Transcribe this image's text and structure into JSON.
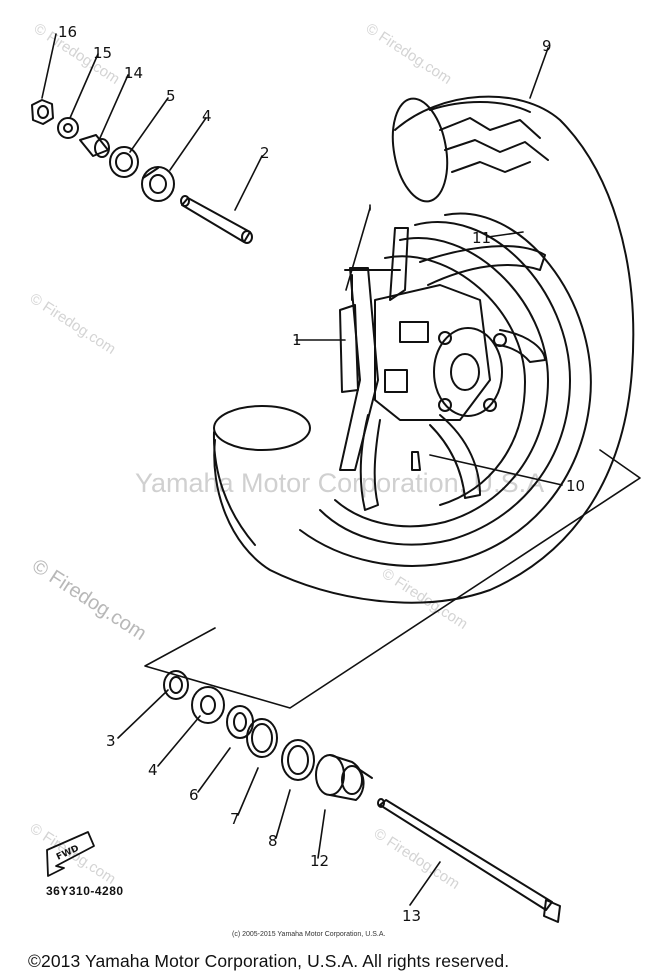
{
  "diagram": {
    "part_code": "36Y310-4280",
    "fwd_label": "FWD",
    "inner_copyright": "(c) 2005-2015 Yamaha Motor Corporation, U.S.A.",
    "footer_copyright": "©2013 Yamaha Motor Corporation, U.S.A. All rights reserved.",
    "watermark_center": "Yamaha Motor Corporation, U.S.A",
    "watermark_main": "© Firedog.com",
    "watermark_small": "© Firedog.com",
    "callouts": {
      "n16": "16",
      "n15": "15",
      "n14": "14",
      "n5": "5",
      "n4a": "4",
      "n2": "2",
      "n9": "9",
      "n11": "11",
      "n1": "1",
      "n10": "10",
      "n3": "3",
      "n4b": "4",
      "n6": "6",
      "n7": "7",
      "n8": "8",
      "n12": "12",
      "n13": "13"
    }
  }
}
